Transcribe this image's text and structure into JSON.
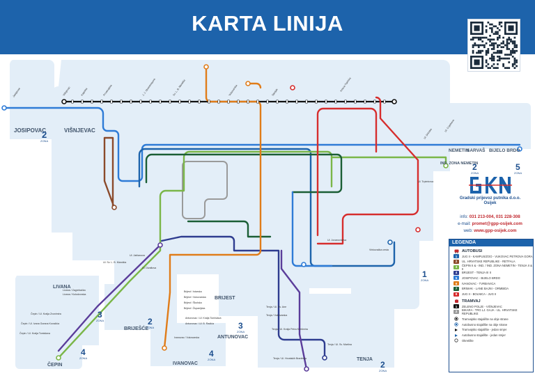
{
  "header": {
    "title": "KARTA LINIJA"
  },
  "zones": [
    {
      "name": "JOSIPOVAC",
      "num": "2",
      "tag": "ZONA"
    },
    {
      "name": "VIŠNJEVAC",
      "num": "",
      "tag": ""
    },
    {
      "name": "LIVANA",
      "num": "3",
      "tag": "ZONA"
    },
    {
      "name": "ČEPIN",
      "num": "4",
      "tag": "ZONA"
    },
    {
      "name": "BRIJEŠĆE",
      "num": "2",
      "tag": "ZONA"
    },
    {
      "name": "IVANOVAC",
      "num": "4",
      "tag": "ZONA"
    },
    {
      "name": "ANTUNOVAC",
      "num": "3",
      "tag": "ZONA"
    },
    {
      "name": "BRIJEST",
      "num": "",
      "tag": ""
    },
    {
      "name": "TENJA",
      "num": "2",
      "tag": "ZONA"
    },
    {
      "name": "NEMETIN",
      "num": "",
      "tag": ""
    },
    {
      "name": "SARVAŠ",
      "num": "",
      "tag": ""
    },
    {
      "name": "BIJELO BRDO",
      "num": "5",
      "tag": "ZONA"
    },
    {
      "name": "IND. ZONA NEMETIN",
      "num": "2",
      "tag": "ZONA"
    },
    {
      "name": "",
      "num": "1",
      "tag": "ZONA"
    }
  ],
  "stops": {
    "west": [
      "Josipovac",
      "Višnjevac",
      "Kapelna",
      "Prvomajska",
      "J. J. Strossmayera",
      "Sv. L. B. Mandića",
      "Vukovarska",
      "Sjenjak"
    ],
    "south": [
      "Čepin / Ul. Kralja Zvonimira",
      "Čepin / Ul. Ivana Gorana Kovačića",
      "Čepin / Ul. Kralja Tomislava",
      "Livana / Zagrebačka",
      "Livana / Kolodvorska",
      "Ul. Sv. L. B. Mandića",
      "Ul. Jablanova",
      "Ul. Divaltova"
    ],
    "brijest": [
      "Brijest / Istarska",
      "Brijest / Vukovarska",
      "Brijest / Školska",
      "Brijest / Županijska",
      "Ivanovac / Vukovarska",
      "Antunovac / Ul. Kralja Tomislava",
      "Antunovac / Ul. B. Radića"
    ],
    "tenja": [
      "Tenja / Ul. Sv. Ane",
      "Tenja / Vukovarska",
      "Tenja / Ul. Kralja Petra Krešimira",
      "Tenja / Ul. Sv. Martina",
      "Tenja / Ul. Hrvatskih Branitelja"
    ],
    "east": [
      "Ul. Trpimirova",
      "Ul. Jovanovićeva",
      "Vinkovačka cesta",
      "Ul. Drinska",
      "Ul. Cvjetkova",
      "Kneza Trpimira"
    ]
  },
  "company": {
    "name_line1": "Gradski prijevoz putnika d.o.o.",
    "name_line2": "Osijek",
    "info_label": "info:",
    "info_value": "031 213-004, 031 228-308",
    "email_label": "e-mail:",
    "email_value": "promet@gpp-osijek.com",
    "web_label": "web:",
    "web_value": "www.gpp-osijek.com"
  },
  "legend": {
    "title": "LEGENDA",
    "bus_heading": "AUTOBUSI",
    "bus_lines": [
      {
        "num": "1",
        "label": "JUG II - KAMPUS/ZOO - VUKOVAC PETROVA GORA",
        "color": "#1d63ab"
      },
      {
        "num": "2",
        "label": "UL. HRVATSKE REPUBLIKE - RETFALA",
        "color": "#8b4a2b"
      },
      {
        "num": "3",
        "label": "ČEPIN II & - IND. / IND. ZONA NEMETIN - TENJA II & II",
        "color": "#7ab648"
      },
      {
        "num": "4",
        "label": "BRIJEST - TENJA III II",
        "color": "#2e3c8f"
      },
      {
        "num": "5",
        "label": "JOSIPOVAC - BIJELO BRDO",
        "color": "#2e7bd6"
      },
      {
        "num": "6",
        "label": "IVANOVAC - TVRĐAVICA",
        "color": "#e07c19"
      },
      {
        "num": "7",
        "label": "BRIMAK - LANE BAJNI - ORMBIDA",
        "color": "#1b5e35"
      },
      {
        "num": "8",
        "label": "JUG II - BOLNICA - JUG II",
        "color": "#d62d2d"
      }
    ],
    "tram_heading": "TRAMVAJ",
    "tram_lines": [
      {
        "num": "1",
        "label": "ZELENO POLJE - VIŠNJEVAC",
        "color": "#111111"
      },
      {
        "num": "2",
        "label": "BIKARA - TRG LJ. GAJA - UL. HRVATSKE REPUBLIKE",
        "color": "#9a9a9a"
      }
    ],
    "symbols": [
      {
        "label": "Tramvajsko stajalište na obje strane",
        "sym": "tram-both"
      },
      {
        "label": "Autobusno stajalište na obje strane",
        "sym": "bus-both"
      },
      {
        "label": "Tramvajsko stajalište - jedan smjer",
        "sym": "tram-one"
      },
      {
        "label": "Autobusno stajalište - jedan smjer",
        "sym": "bus-one"
      },
      {
        "label": "Okretište",
        "sym": "terminus"
      }
    ]
  },
  "colors": {
    "line1": "#1d63ab",
    "line2": "#8b4a2b",
    "line3": "#7ab648",
    "line4": "#2e3c8f",
    "line5": "#2e7bd6",
    "line6": "#e07c19",
    "line7": "#1b5e35",
    "line8": "#d62d2d",
    "tram1": "#111111",
    "tram2": "#9a9a9a",
    "zone_bg": "#e3eef8",
    "header": "#1d63ab"
  }
}
